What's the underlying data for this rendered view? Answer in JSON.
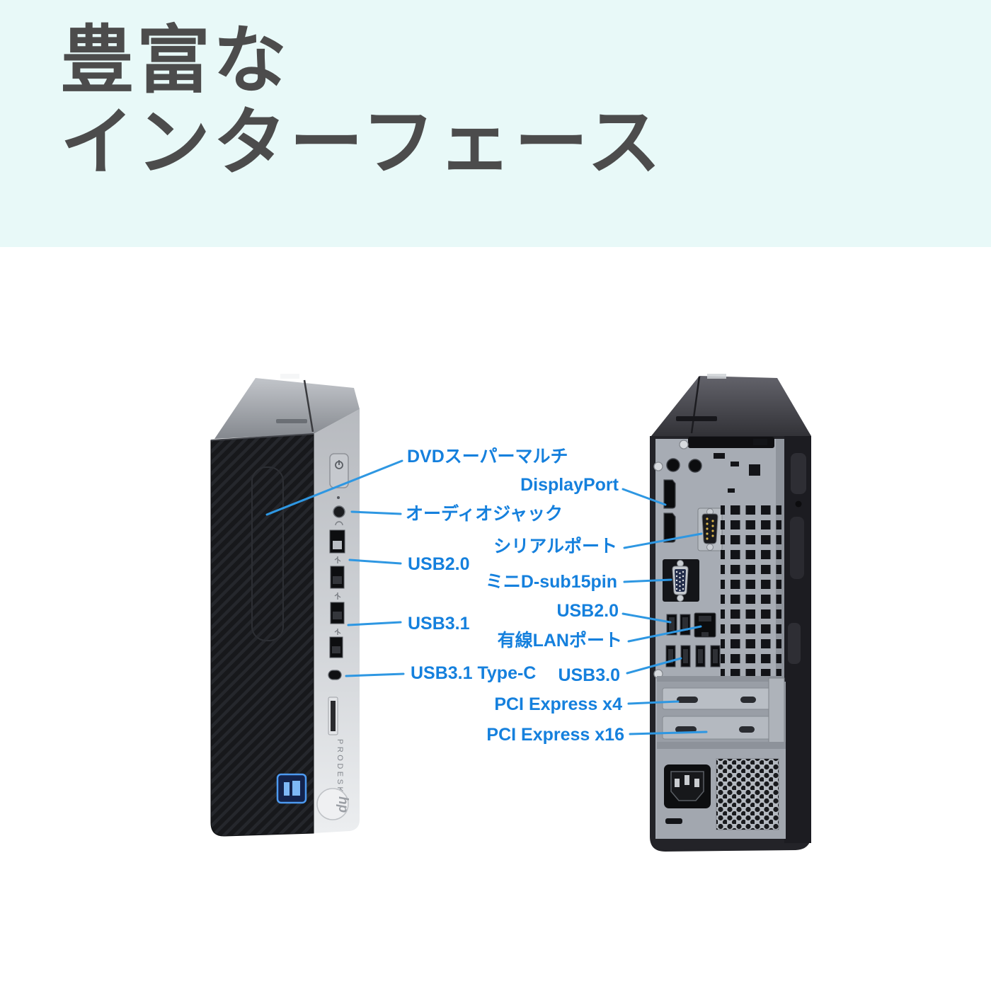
{
  "header": {
    "title_line1": "豊富な",
    "title_line2": "インターフェース"
  },
  "front_view": {
    "description": "front of HP ProDesk small form factor PC",
    "model_text": "PRODESK",
    "brand_logo_text": "hp",
    "cpu_badge": "intel-core-badge",
    "callouts": [
      {
        "text": "DVDスーパーマルチ"
      },
      {
        "text": "オーディオジャック"
      },
      {
        "text": "USB2.0"
      },
      {
        "text": "USB3.1"
      },
      {
        "text": "USB3.1 Type-C"
      }
    ]
  },
  "back_view": {
    "description": "rear of HP ProDesk small form factor PC",
    "callouts": [
      {
        "text": "DisplayPort"
      },
      {
        "text": "シリアルポート"
      },
      {
        "text": "ミニD-sub15pin"
      },
      {
        "text": "USB2.0"
      },
      {
        "text": "有線LANポート"
      },
      {
        "text": "USB3.0"
      },
      {
        "text": "PCI Express x4"
      },
      {
        "text": "PCI Express x16"
      }
    ]
  },
  "colors": {
    "band_background": "#e8f9f8",
    "title_text": "#4c4c4c",
    "callout_blue": "#1580dd",
    "leader_line_blue": "#2e97e2",
    "tower_black": "#17181b",
    "tower_silver": "#d6d8db",
    "back_metal": "#a7acb4"
  }
}
